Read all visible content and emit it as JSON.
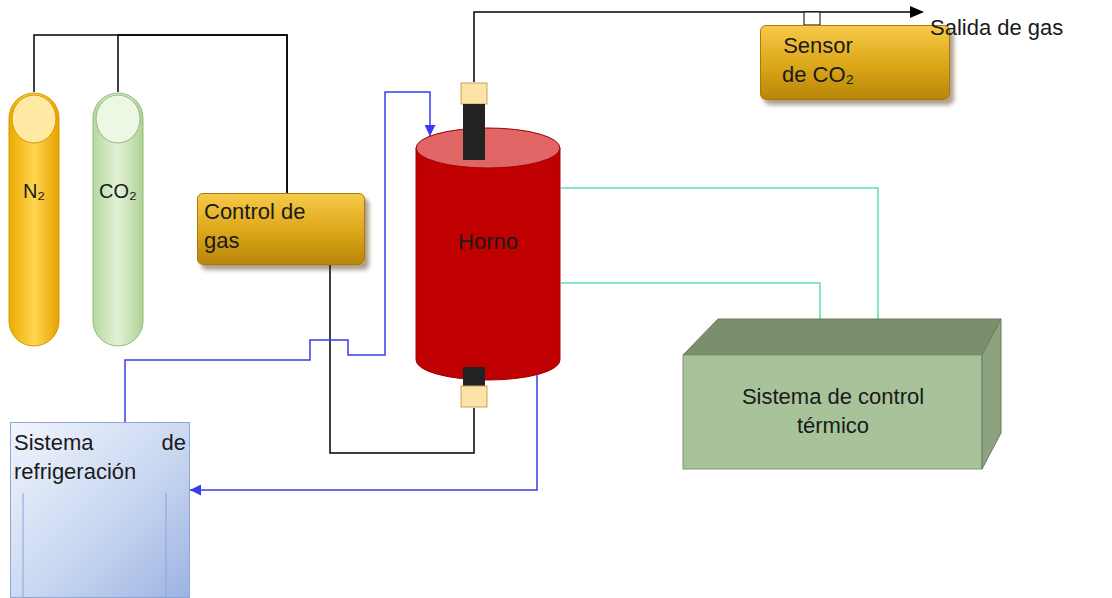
{
  "diagram": {
    "nodes": [
      {
        "text": [
          "N₂"
        ]
      },
      {
        "text": [
          "CO₂"
        ]
      },
      {
        "text": [
          "Control de gas"
        ]
      },
      {
        "text": [
          "Horno"
        ]
      },
      {
        "text": [
          "Sensor de CO₂"
        ]
      },
      {
        "text": [
          "Sistema de control térmico"
        ]
      },
      {
        "text": [
          "Sistema de refrigeración"
        ]
      }
    ],
    "edges": [
      {
        "from": 0,
        "to": 2,
        "arrow": "none"
      },
      {
        "from": 1,
        "to": 2,
        "arrow": "none"
      },
      {
        "from": 2,
        "to": 3,
        "arrow": "none"
      },
      {
        "from": 3,
        "to": 4,
        "arrow": "none"
      },
      {
        "from": 6,
        "to": 3,
        "arrow": "to"
      },
      {
        "from": 3,
        "to": 6,
        "arrow": "to"
      },
      {
        "from": 3,
        "to": 5,
        "arrow": "none"
      },
      {
        "from": 3,
        "to": 5,
        "arrow": "none"
      }
    ],
    "labels": [
      "Salida de gas"
    ]
  }
}
